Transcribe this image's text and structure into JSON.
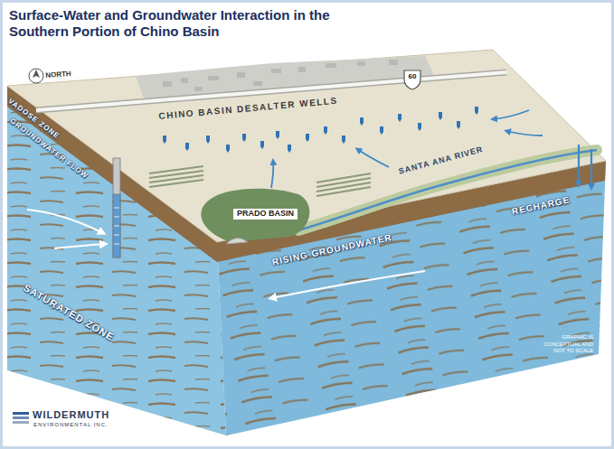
{
  "diagram": {
    "title": "Surface-Water and Groundwater Interaction in the Southern Portion of Chino Basin",
    "labels": [
      "NORTH",
      "60",
      "CHINO BASIN DESALTER WELLS",
      "VADOSE ZONE",
      "GROUNDWATER FLOW",
      "SANTA ANA RIVER",
      "RECHARGE",
      "PRADO BASIN",
      "RISING GROUNDWATER",
      "SATURATED ZONE",
      "GRAPHIC IS CONCEPTUAL AND NOT TO SCALE",
      "WILDERMUTH",
      "ENVIRONMENTAL INC."
    ]
  }
}
